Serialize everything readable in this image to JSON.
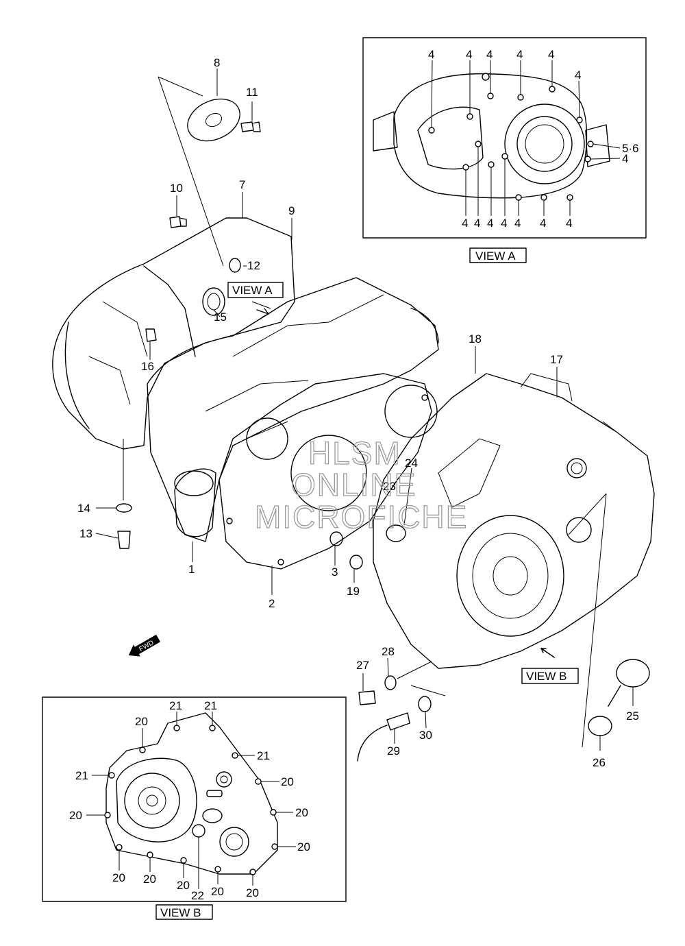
{
  "diagram": {
    "callouts": {
      "c1": "1",
      "c2": "2",
      "c3": "3",
      "c7": "7",
      "c8": "8",
      "c9": "9",
      "c10": "10",
      "c11": "11",
      "c12": "12",
      "c13": "13",
      "c14": "14",
      "c15": "15",
      "c16": "16",
      "c17": "17",
      "c18": "18",
      "c19": "19",
      "c23": "23",
      "c24": "24",
      "c25": "25",
      "c26": "26",
      "c27": "27",
      "c28": "28",
      "c29": "29",
      "c30": "30"
    },
    "view_a": {
      "title": "VIEW A",
      "bolt": "4",
      "washer": "5·6"
    },
    "view_b": {
      "title": "VIEW B",
      "bolt_a": "20",
      "bolt_b": "21",
      "plug": "22"
    },
    "references": {
      "view_a_ref": "VIEW A",
      "view_b_ref": "VIEW B",
      "fwd": "FWD"
    },
    "watermark": [
      "HLSM",
      "ONLINE",
      "MICROFICHE"
    ]
  }
}
